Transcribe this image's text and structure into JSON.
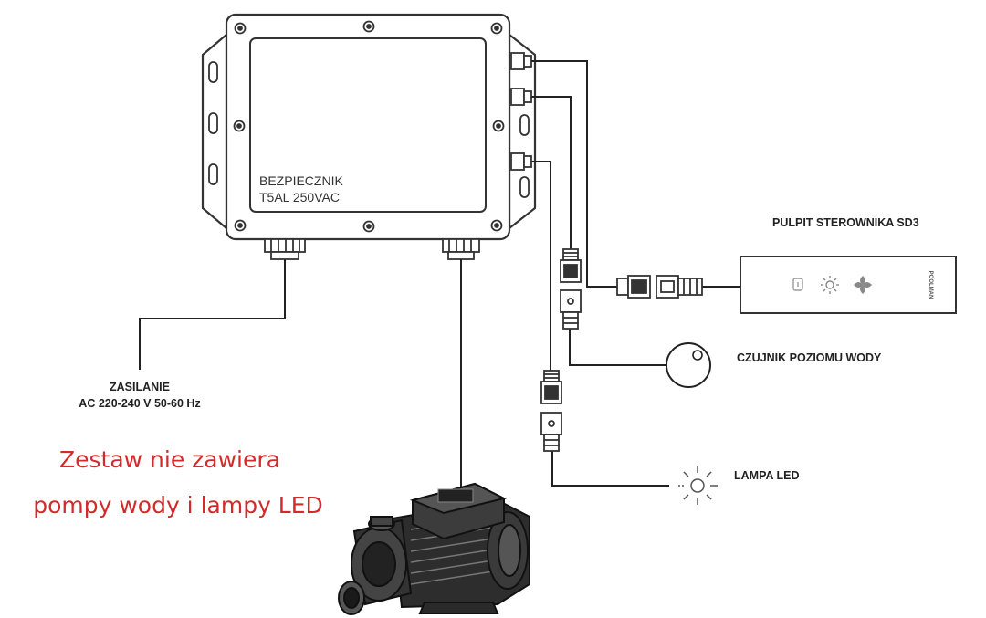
{
  "controller_box": {
    "fuse_line1": "BEZPIECZNIK",
    "fuse_line2": "T5AL 250VAC"
  },
  "labels": {
    "panel": "PULPIT STEROWNIKA SD3",
    "sensor": "CZUJNIK POZIOMU WODY",
    "lamp": "LAMPA LED",
    "power_line1": "ZASILANIE",
    "power_line2": "AC 220-240 V  50-60 Hz"
  },
  "panel_device": {
    "brand": "POOLMAN"
  },
  "note": {
    "line1": "Zestaw nie zawiera",
    "line2": "pompy wody i lampy LED",
    "color": "#d22b2b"
  },
  "icons": {
    "panel_buttons": [
      "power-icon",
      "light-icon",
      "pump-icon"
    ],
    "lamp": "sun-icon"
  }
}
